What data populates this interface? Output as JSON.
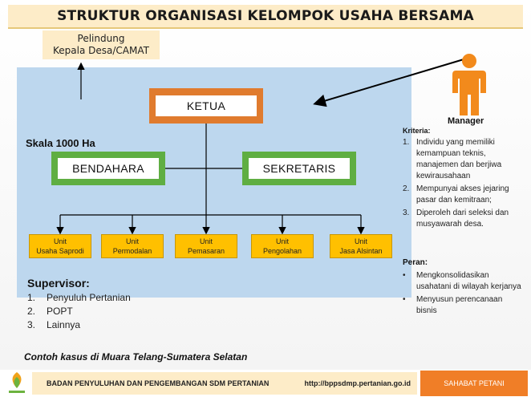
{
  "title": "STRUKTUR ORGANISASI KELOMPOK USAHA BERSAMA",
  "protector": {
    "line1": "Pelindung",
    "line2": "Kepala Desa/CAMAT"
  },
  "scale_label": "Skala 1000 Ha",
  "positions": {
    "chair": "KETUA",
    "treasurer": "BENDAHARA",
    "secretary": "SEKRETARIS"
  },
  "units": [
    {
      "line1": "Unit",
      "line2": "Usaha Saprodi"
    },
    {
      "line1": "Unit",
      "line2": "Permodalan"
    },
    {
      "line1": "Unit",
      "line2": "Pemasaran"
    },
    {
      "line1": "Unit",
      "line2": "Pengolahan"
    },
    {
      "line1": "Unit",
      "line2": "Jasa Alsintan"
    }
  ],
  "supervisor": {
    "title": "Supervisor:",
    "items": [
      {
        "num": "1.",
        "text": "Penyuluh Pertanian"
      },
      {
        "num": "2.",
        "text": "POPT"
      },
      {
        "num": "3.",
        "text": "Lainnya"
      }
    ]
  },
  "manager": {
    "label": "Manager",
    "criteria_title": "Kriteria:",
    "criteria": [
      {
        "num": "1.",
        "text": "Individu yang memiliki kemampuan teknis, manajemen dan berjiwa kewirausahaan"
      },
      {
        "num": "2.",
        "text": "Mempunyai akses jejaring pasar dan kemitraan;"
      },
      {
        "num": "3.",
        "text": "Diperoleh dari seleksi dan musyawarah desa."
      }
    ],
    "role_title": "Peran:",
    "roles": [
      {
        "bullet": "•",
        "text": "Mengkonsolidasikan usahatani di wilayah kerjanya"
      },
      {
        "bullet": "•",
        "text": "Menyusun perencanaan bisnis"
      }
    ]
  },
  "case_caption": "Contoh kasus di Muara Telang-Sumatera Selatan",
  "footer": {
    "agency": "BADAN PENYULUHAN DAN PENGEMBANGAN SDM PERTANIAN",
    "url": "http://bppsdmp.pertanian.go.id",
    "tagline": "SAHABAT PETANI"
  },
  "colors": {
    "panel": "#bdd7ee",
    "chair_border": "#e07b2e",
    "officer_border": "#5fae42",
    "unit_fill": "#ffc000",
    "manager_figure": "#f28a1c",
    "footer_accent": "#f07e27"
  },
  "icons": {
    "manager": "person-figure-icon",
    "logo": "leaf-logo-icon"
  }
}
